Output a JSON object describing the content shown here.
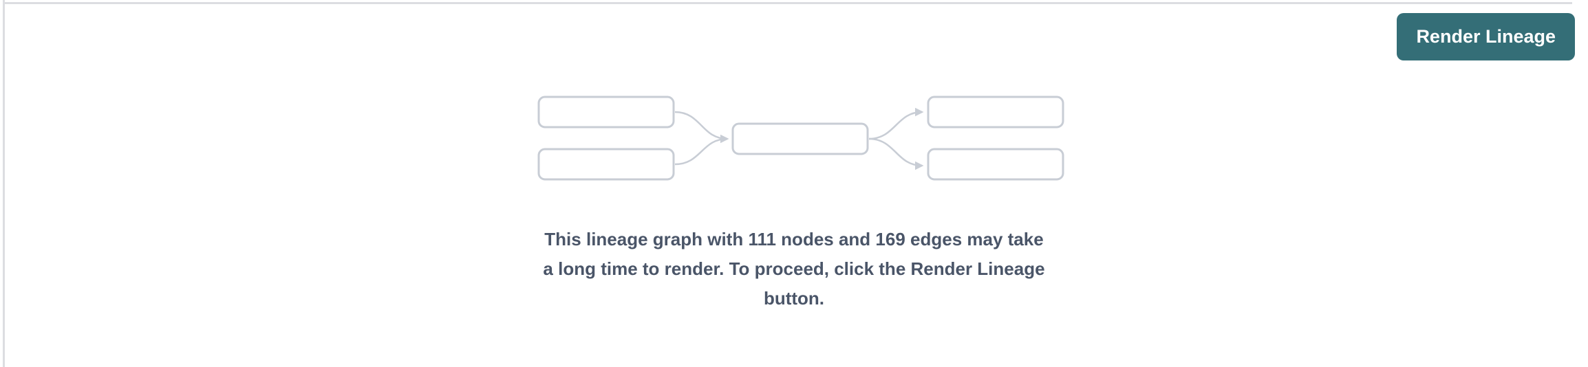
{
  "button": {
    "label": "Render Lineage"
  },
  "message": {
    "lines": [
      "This lineage graph with 111 nodes and 169 edges may take",
      "a long time to render. To proceed, click the Render Lineage",
      "button."
    ],
    "full_text": "This lineage graph with 111 nodes and 169 edges may take a long time to render. To proceed, click the Render Lineage button.",
    "node_count": "111",
    "edge_count": "169"
  },
  "graphic": {
    "icon_name": "lineage-placeholder-diagram-icon",
    "node_boxes": 5,
    "edge_arrows": 4
  },
  "colors": {
    "background": "#ffffff",
    "panel_border": "#dcdde1",
    "button_background": "#346e77",
    "button_text": "#ffffff",
    "message_text": "#4a5568",
    "diagram_stroke": "#c8cdd5"
  }
}
